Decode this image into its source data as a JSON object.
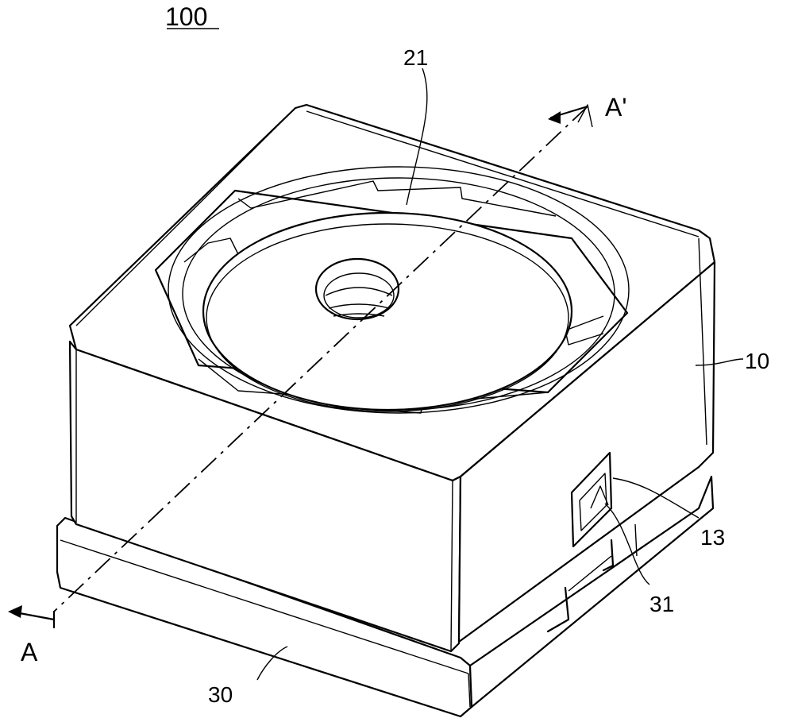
{
  "figure": {
    "assembly_label": "100",
    "labels": {
      "lens_holder": "21",
      "housing": "10",
      "housing_slot": "13",
      "base_hook": "31",
      "base": "30"
    },
    "section": {
      "start": "A",
      "end": "A'"
    }
  }
}
